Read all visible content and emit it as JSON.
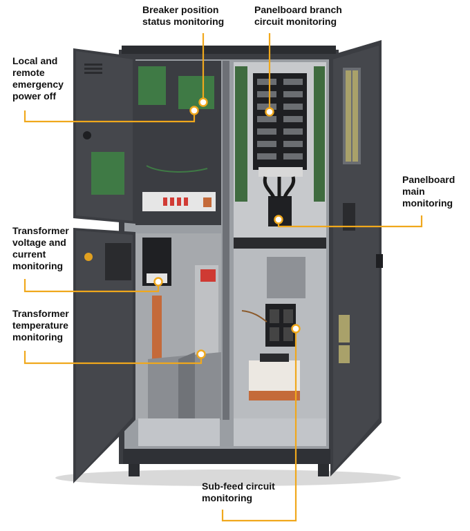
{
  "diagram": {
    "accent_color": "#f0a81c",
    "cabinet_color": "#3b3d42",
    "labels": {
      "breaker": "Breaker position\nstatus monitoring",
      "panel_branch": "Panelboard branch\ncircuit monitoring",
      "epo": "Local and\nremote\nemergency\npower off",
      "panel_main": "Panelboard\nmain\nmonitoring",
      "xfmr_vc": "Transformer\nvoltage and\ncurrent\nmonitoring",
      "xfmr_temp": "Transformer\ntemperature\nmonitoring",
      "subfeed": "Sub-feed circuit\nmonitoring"
    }
  }
}
